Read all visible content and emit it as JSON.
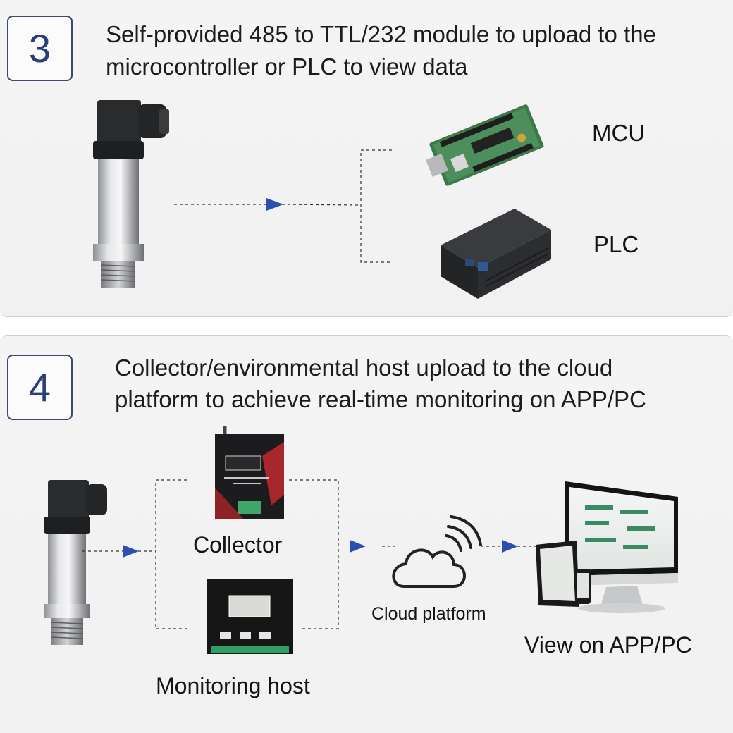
{
  "step3": {
    "number": "3",
    "title_line1": "Self-provided 485 to TTL/232 module to upload to the",
    "title_line2": "microcontroller or PLC to view data",
    "mcu_label": "MCU",
    "plc_label": "PLC"
  },
  "step4": {
    "number": "4",
    "title_line1": "Collector/environmental host upload to the cloud",
    "title_line2": "platform to achieve real-time monitoring on APP/PC",
    "collector_label": "Collector",
    "monitoring_label": "Monitoring host",
    "cloud_label": "Cloud platform",
    "view_label": "View on APP/PC"
  },
  "colors": {
    "arrow": "#2d4fb0",
    "step_number": "#2a3f7a",
    "panel_bg": "#f2f2f2"
  }
}
